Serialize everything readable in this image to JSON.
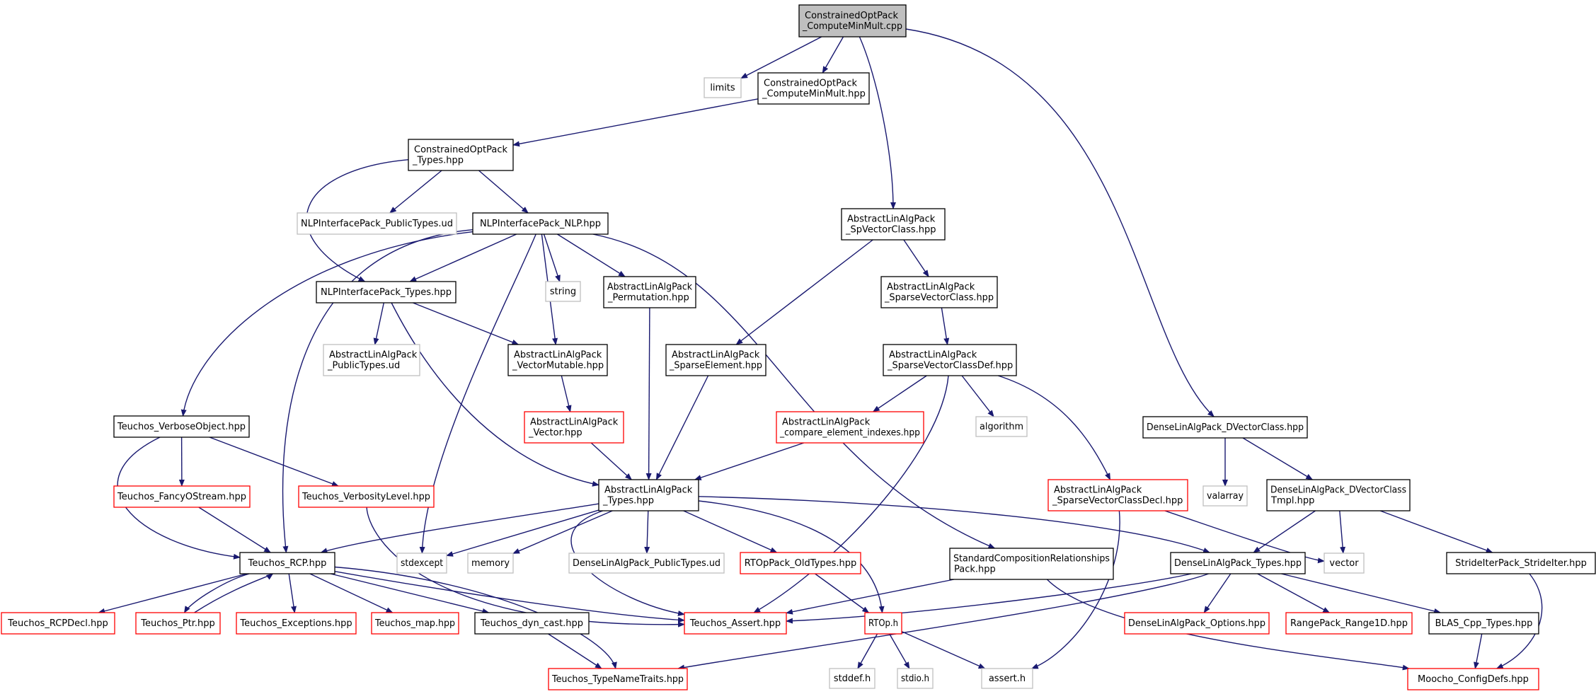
{
  "colors": {
    "edge": "#191970",
    "border_normal": "#000000",
    "border_missing": "#bfbfbf",
    "border_truncated": "#ff0000",
    "fill_root": "#bfbfbf",
    "fill_default": "#ffffff"
  },
  "nodes": [
    {
      "id": "root",
      "lines": [
        "ConstrainedOptPack",
        "_ComputeMinMult.cpp"
      ],
      "style": "root"
    },
    {
      "id": "limits",
      "lines": [
        "limits"
      ],
      "style": "missing"
    },
    {
      "id": "cop_cmm_hpp",
      "lines": [
        "ConstrainedOptPack",
        "_ComputeMinMult.hpp"
      ],
      "style": "normal"
    },
    {
      "id": "cop_types",
      "lines": [
        "ConstrainedOptPack",
        "_Types.hpp"
      ],
      "style": "normal"
    },
    {
      "id": "nlp_publictypes",
      "lines": [
        "NLPInterfacePack_PublicTypes.ud"
      ],
      "style": "missing"
    },
    {
      "id": "nlp_nlp",
      "lines": [
        "NLPInterfacePack_NLP.hpp"
      ],
      "style": "normal"
    },
    {
      "id": "nlp_types",
      "lines": [
        "NLPInterfacePack_Types.hpp"
      ],
      "style": "normal"
    },
    {
      "id": "string",
      "lines": [
        "string"
      ],
      "style": "missing"
    },
    {
      "id": "ala_perm",
      "lines": [
        "AbstractLinAlgPack",
        "_Permutation.hpp"
      ],
      "style": "normal"
    },
    {
      "id": "ala_spvec",
      "lines": [
        "AbstractLinAlgPack",
        "_SpVectorClass.hpp"
      ],
      "style": "normal"
    },
    {
      "id": "ala_sparsevec",
      "lines": [
        "AbstractLinAlgPack",
        "_SparseVectorClass.hpp"
      ],
      "style": "normal"
    },
    {
      "id": "ala_publictypes",
      "lines": [
        "AbstractLinAlgPack",
        "_PublicTypes.ud"
      ],
      "style": "missing"
    },
    {
      "id": "ala_vecmut",
      "lines": [
        "AbstractLinAlgPack",
        "_VectorMutable.hpp"
      ],
      "style": "normal"
    },
    {
      "id": "ala_sparseelem",
      "lines": [
        "AbstractLinAlgPack",
        "_SparseElement.hpp"
      ],
      "style": "normal"
    },
    {
      "id": "ala_svcdef",
      "lines": [
        "AbstractLinAlgPack",
        "_SparseVectorClassDef.hpp"
      ],
      "style": "normal"
    },
    {
      "id": "t_verbose",
      "lines": [
        "Teuchos_VerboseObject.hpp"
      ],
      "style": "normal"
    },
    {
      "id": "ala_vector",
      "lines": [
        "AbstractLinAlgPack",
        "_Vector.hpp"
      ],
      "style": "truncated"
    },
    {
      "id": "ala_compare",
      "lines": [
        "AbstractLinAlgPack",
        "_compare_element_indexes.hpp"
      ],
      "style": "truncated"
    },
    {
      "id": "algorithm",
      "lines": [
        "algorithm"
      ],
      "style": "missing"
    },
    {
      "id": "dla_dvec",
      "lines": [
        "DenseLinAlgPack_DVectorClass.hpp"
      ],
      "style": "normal"
    },
    {
      "id": "t_fancy",
      "lines": [
        "Teuchos_FancyOStream.hpp"
      ],
      "style": "truncated"
    },
    {
      "id": "t_verbosity",
      "lines": [
        "Teuchos_VerbosityLevel.hpp"
      ],
      "style": "truncated"
    },
    {
      "id": "ala_types",
      "lines": [
        "AbstractLinAlgPack",
        "_Types.hpp"
      ],
      "style": "normal"
    },
    {
      "id": "ala_svcdecl",
      "lines": [
        "AbstractLinAlgPack",
        "_SparseVectorClassDecl.hpp"
      ],
      "style": "truncated"
    },
    {
      "id": "valarray",
      "lines": [
        "valarray"
      ],
      "style": "missing"
    },
    {
      "id": "dla_dvec_tmpl",
      "lines": [
        "DenseLinAlgPack_DVectorClass",
        "Tmpl.hpp"
      ],
      "style": "normal"
    },
    {
      "id": "t_rcp",
      "lines": [
        "Teuchos_RCP.hpp"
      ],
      "style": "normal"
    },
    {
      "id": "stdexcept",
      "lines": [
        "stdexcept"
      ],
      "style": "missing"
    },
    {
      "id": "memory",
      "lines": [
        "memory"
      ],
      "style": "missing"
    },
    {
      "id": "dla_publictypes",
      "lines": [
        "DenseLinAlgPack_PublicTypes.ud"
      ],
      "style": "missing"
    },
    {
      "id": "rtop_oldtypes",
      "lines": [
        "RTOpPack_OldTypes.hpp"
      ],
      "style": "truncated"
    },
    {
      "id": "scr_pack",
      "lines": [
        "StandardCompositionRelationships",
        "Pack.hpp"
      ],
      "style": "normal"
    },
    {
      "id": "dla_types",
      "lines": [
        "DenseLinAlgPack_Types.hpp"
      ],
      "style": "normal"
    },
    {
      "id": "vector",
      "lines": [
        "vector"
      ],
      "style": "missing"
    },
    {
      "id": "si_strideiter",
      "lines": [
        "StrideIterPack_StrideIter.hpp"
      ],
      "style": "normal"
    },
    {
      "id": "t_rcpdecl",
      "lines": [
        "Teuchos_RCPDecl.hpp"
      ],
      "style": "truncated"
    },
    {
      "id": "t_ptr",
      "lines": [
        "Teuchos_Ptr.hpp"
      ],
      "style": "truncated"
    },
    {
      "id": "t_exceptions",
      "lines": [
        "Teuchos_Exceptions.hpp"
      ],
      "style": "truncated"
    },
    {
      "id": "t_map",
      "lines": [
        "Teuchos_map.hpp"
      ],
      "style": "truncated"
    },
    {
      "id": "t_dyncast",
      "lines": [
        "Teuchos_dyn_cast.hpp"
      ],
      "style": "normal"
    },
    {
      "id": "t_assert",
      "lines": [
        "Teuchos_Assert.hpp"
      ],
      "style": "truncated"
    },
    {
      "id": "rtop_h",
      "lines": [
        "RTOp.h"
      ],
      "style": "truncated"
    },
    {
      "id": "dla_options",
      "lines": [
        "DenseLinAlgPack_Options.hpp"
      ],
      "style": "truncated"
    },
    {
      "id": "rp_range1d",
      "lines": [
        "RangePack_Range1D.hpp"
      ],
      "style": "truncated"
    },
    {
      "id": "blas_types",
      "lines": [
        "BLAS_Cpp_Types.hpp"
      ],
      "style": "normal"
    },
    {
      "id": "t_typename",
      "lines": [
        "Teuchos_TypeNameTraits.hpp"
      ],
      "style": "truncated"
    },
    {
      "id": "stddef",
      "lines": [
        "stddef.h"
      ],
      "style": "missing"
    },
    {
      "id": "stdio",
      "lines": [
        "stdio.h"
      ],
      "style": "missing"
    },
    {
      "id": "assert",
      "lines": [
        "assert.h"
      ],
      "style": "missing"
    },
    {
      "id": "moocho_config",
      "lines": [
        "Moocho_ConfigDefs.hpp"
      ],
      "style": "truncated"
    }
  ],
  "edges": [
    [
      "root",
      "limits"
    ],
    [
      "root",
      "cop_cmm_hpp"
    ],
    [
      "root",
      "ala_spvec"
    ],
    [
      "root",
      "dla_dvec"
    ],
    [
      "cop_cmm_hpp",
      "cop_types"
    ],
    [
      "cop_types",
      "nlp_publictypes"
    ],
    [
      "cop_types",
      "nlp_nlp"
    ],
    [
      "cop_types",
      "nlp_types"
    ],
    [
      "nlp_nlp",
      "nlp_types"
    ],
    [
      "nlp_nlp",
      "string"
    ],
    [
      "nlp_nlp",
      "ala_perm"
    ],
    [
      "nlp_nlp",
      "ala_vecmut"
    ],
    [
      "nlp_nlp",
      "t_verbose"
    ],
    [
      "nlp_nlp",
      "t_rcp"
    ],
    [
      "nlp_nlp",
      "stdexcept"
    ],
    [
      "nlp_nlp",
      "scr_pack"
    ],
    [
      "nlp_types",
      "ala_publictypes"
    ],
    [
      "nlp_types",
      "ala_vecmut"
    ],
    [
      "nlp_types",
      "ala_types"
    ],
    [
      "ala_perm",
      "ala_types"
    ],
    [
      "ala_spvec",
      "ala_sparsevec"
    ],
    [
      "ala_spvec",
      "ala_sparseelem"
    ],
    [
      "ala_sparsevec",
      "ala_svcdef"
    ],
    [
      "ala_vecmut",
      "ala_vector"
    ],
    [
      "ala_sparseelem",
      "ala_types"
    ],
    [
      "ala_svcdef",
      "ala_compare"
    ],
    [
      "ala_svcdef",
      "algorithm"
    ],
    [
      "ala_svcdef",
      "ala_svcdecl"
    ],
    [
      "ala_svcdef",
      "t_assert"
    ],
    [
      "t_verbose",
      "t_fancy"
    ],
    [
      "t_verbose",
      "t_verbosity"
    ],
    [
      "t_verbose",
      "t_rcp"
    ],
    [
      "ala_vector",
      "ala_types"
    ],
    [
      "ala_compare",
      "ala_types"
    ],
    [
      "dla_dvec",
      "valarray"
    ],
    [
      "dla_dvec",
      "dla_dvec_tmpl"
    ],
    [
      "t_fancy",
      "t_rcp"
    ],
    [
      "t_verbosity",
      "t_assert"
    ],
    [
      "ala_types",
      "t_rcp"
    ],
    [
      "ala_types",
      "stdexcept"
    ],
    [
      "ala_types",
      "memory"
    ],
    [
      "ala_types",
      "dla_publictypes"
    ],
    [
      "ala_types",
      "rtop_oldtypes"
    ],
    [
      "ala_types",
      "dla_types"
    ],
    [
      "ala_types",
      "t_assert"
    ],
    [
      "ala_types",
      "rtop_h"
    ],
    [
      "ala_svcdecl",
      "vector"
    ],
    [
      "ala_svcdecl",
      "assert"
    ],
    [
      "dla_dvec_tmpl",
      "dla_types"
    ],
    [
      "dla_dvec_tmpl",
      "vector"
    ],
    [
      "dla_dvec_tmpl",
      "si_strideiter"
    ],
    [
      "t_rcp",
      "t_rcpdecl"
    ],
    [
      "t_rcp",
      "t_ptr"
    ],
    [
      "t_rcp",
      "t_exceptions"
    ],
    [
      "t_rcp",
      "t_map"
    ],
    [
      "t_rcp",
      "t_dyncast"
    ],
    [
      "t_rcp",
      "t_assert"
    ],
    [
      "t_rcp",
      "t_typename"
    ],
    [
      "t_ptr",
      "t_rcp"
    ],
    [
      "rtop_oldtypes",
      "rtop_h"
    ],
    [
      "scr_pack",
      "t_assert"
    ],
    [
      "scr_pack",
      "moocho_config"
    ],
    [
      "dla_types",
      "dla_options"
    ],
    [
      "dla_types",
      "rp_range1d"
    ],
    [
      "dla_types",
      "blas_types"
    ],
    [
      "dla_types",
      "t_assert"
    ],
    [
      "dla_types",
      "t_typename"
    ],
    [
      "si_strideiter",
      "moocho_config"
    ],
    [
      "t_dyncast",
      "t_typename"
    ],
    [
      "rtop_h",
      "stddef"
    ],
    [
      "rtop_h",
      "stdio"
    ],
    [
      "rtop_h",
      "assert"
    ],
    [
      "blas_types",
      "moocho_config"
    ]
  ]
}
